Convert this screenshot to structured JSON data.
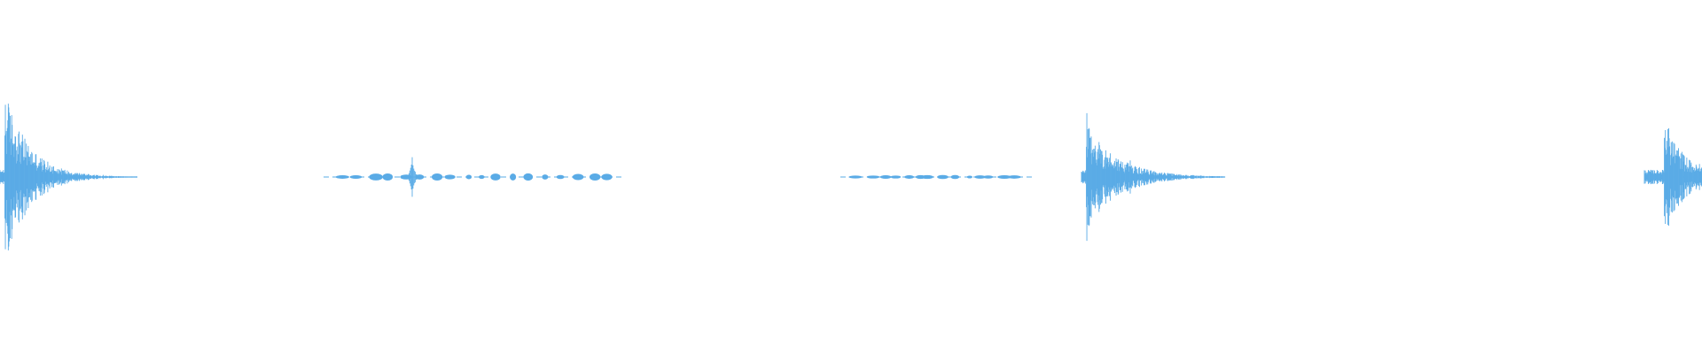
{
  "waveform": {
    "color": "#5aabe6",
    "background": "#ffffff",
    "clips": [
      {
        "id": "clip-1",
        "type": "impact",
        "peak": 0.98,
        "decay": 0.18
      },
      {
        "id": "clip-2",
        "type": "chatter",
        "peak": 0.22,
        "bursts": 18
      },
      {
        "id": "clip-3",
        "type": "chatter",
        "peak": 0.07,
        "bursts": 14
      },
      {
        "id": "clip-4",
        "type": "impact",
        "peak": 0.6,
        "decay": 0.22
      },
      {
        "id": "clip-5",
        "type": "impact",
        "peak": 0.7,
        "decay": 0.35
      }
    ]
  }
}
